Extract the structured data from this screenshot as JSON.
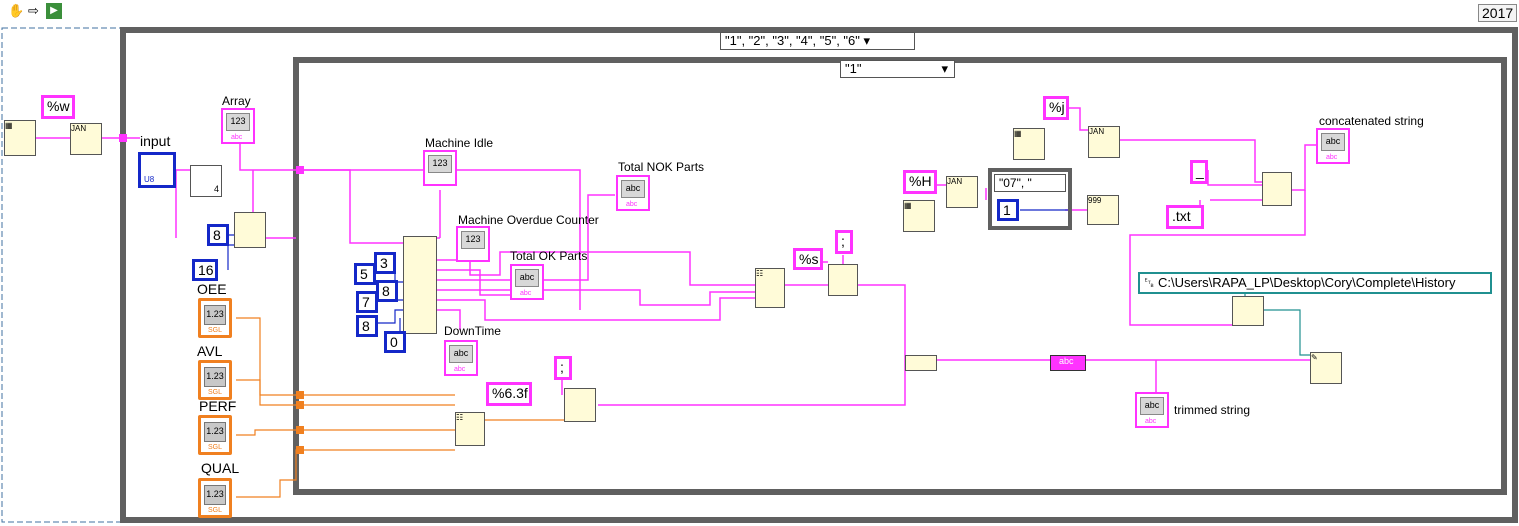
{
  "toolbar": {
    "version": "2017"
  },
  "case_outer": {
    "selector": "\"1\", \"2\", \"3\", \"4\", \"5\", \"6\""
  },
  "case_inner": {
    "selector": "\"1\""
  },
  "case_small": {
    "selector": "\"07\", \""
  },
  "constants": {
    "fmt_w": "%w",
    "fmt_j": "%j",
    "fmt_H": "%H",
    "fmt_s": "%s",
    "fmt_float": "%6.3f",
    "semicolon_a": ";",
    "semicolon_b": ";",
    "underscore": "_",
    "txt_ext": ".txt",
    "path": "C:\\Users\\RAPA_LP\\Desktop\\Cory\\Complete\\History",
    "n8_a": "8",
    "n16": "16",
    "n3": "3",
    "n5": "5",
    "n8_b": "8",
    "n7": "7",
    "n8_c": "8",
    "n0": "0",
    "n1": "1",
    "n4": "4"
  },
  "labels": {
    "input": "input",
    "array": "Array",
    "oee": "OEE",
    "avl": "AVL",
    "perf": "PERF",
    "qual": "QUAL",
    "machine_idle": "Machine Idle",
    "machine_overdue": "Machine Overdue Counter",
    "total_nok": "Total NOK Parts",
    "total_ok": "Total OK Parts",
    "downtime": "DownTime",
    "concatenated": "concatenated string",
    "trimmed": "trimmed string"
  },
  "terminal_text": {
    "abc": "abc",
    "num123": "1.23",
    "int123": "123",
    "sgl": "SGL",
    "u8": "U8",
    "jan": "JAN",
    "n999": "999"
  },
  "colors": {
    "string_wire": "#ff33ff",
    "number_wire": "#f08020",
    "int_wire": "#1428c8",
    "path_wire": "#209090"
  }
}
